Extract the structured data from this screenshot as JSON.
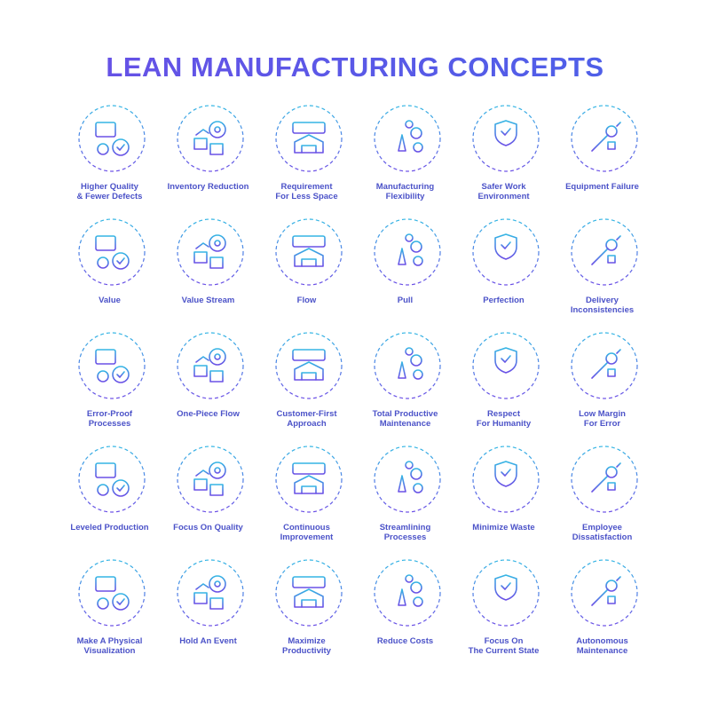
{
  "title": "LEAN MANUFACTURING CONCEPTS",
  "colors": {
    "gradient_top": "#34b6e4",
    "gradient_bottom": "#6b4fe6",
    "label": "#4b52c8"
  },
  "concepts": [
    {
      "label": "Higher Quality\n& Fewer Defects",
      "icon": "quality-badge-icon"
    },
    {
      "label": "Inventory Reduction",
      "icon": "inventory-target-icon"
    },
    {
      "label": "Requirement\nFor Less Space",
      "icon": "warehouse-space-icon"
    },
    {
      "label": "Manufacturing\nFlexibility",
      "icon": "rocket-gears-icon"
    },
    {
      "label": "Safer Work\nEnvironment",
      "icon": "shield-worker-icon"
    },
    {
      "label": "Equipment Failure",
      "icon": "broken-wrench-icon"
    },
    {
      "label": "Value",
      "icon": "star-hand-icon"
    },
    {
      "label": "Value Stream",
      "icon": "money-bag-flow-icon"
    },
    {
      "label": "Flow",
      "icon": "puzzle-flow-icon"
    },
    {
      "label": "Pull",
      "icon": "truck-calendar-icon"
    },
    {
      "label": "Perfection",
      "icon": "handshake-stars-icon"
    },
    {
      "label": "Delivery\nInconsistencies",
      "icon": "boxes-location-icon"
    },
    {
      "label": "Error-Proof\nProcesses",
      "icon": "shapes-sorter-icon"
    },
    {
      "label": "One-Piece Flow",
      "icon": "conveyor-flow-icon"
    },
    {
      "label": "Customer-First\nApproach",
      "icon": "customer-eye-icon"
    },
    {
      "label": "Total Productive\nMaintenance",
      "icon": "team-shield-icon"
    },
    {
      "label": "Respect\nFor Humanity",
      "icon": "hands-briefcase-icon"
    },
    {
      "label": "Low Margin\nFor Error",
      "icon": "funnel-timer-icon"
    },
    {
      "label": "Leveled Production",
      "icon": "level-arrows-icon"
    },
    {
      "label": "Focus On Quality",
      "icon": "diamond-stars-icon"
    },
    {
      "label": "Continuous\nImprovement",
      "icon": "growth-chart-icon"
    },
    {
      "label": "Streamlining\nProcesses",
      "icon": "refresh-cart-icon"
    },
    {
      "label": "Minimize Waste",
      "icon": "recycle-bin-icon"
    },
    {
      "label": "Employee\nDissatisfaction",
      "icon": "worker-chart-icon"
    },
    {
      "label": "Make A Physical\nVisualization",
      "icon": "visual-board-icon"
    },
    {
      "label": "Hold An Event",
      "icon": "presenter-gears-icon"
    },
    {
      "label": "Maximize\nProductivity",
      "icon": "speedometer-chart-icon"
    },
    {
      "label": "Reduce Costs",
      "icon": "scissors-coins-icon"
    },
    {
      "label": "Focus On\nThe Current State",
      "icon": "warning-magnifier-icon"
    },
    {
      "label": "Autonomous\nMaintenance",
      "icon": "robot-arm-icon"
    }
  ]
}
